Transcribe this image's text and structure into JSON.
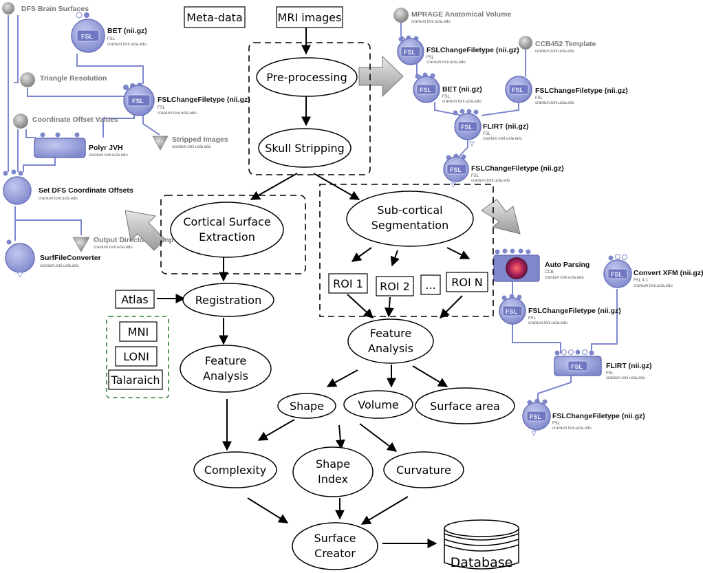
{
  "flow": {
    "metadata": "Meta-data",
    "mri_images": "MRI images",
    "preprocessing": "Pre-processing",
    "skull_stripping": "Skull Stripping",
    "cortical_line1": "Cortical Surface",
    "cortical_line2": "Extraction",
    "subcortical_line1": "Sub-cortical",
    "subcortical_line2": "Segmentation",
    "roi1": "ROI 1",
    "roi2": "ROI 2",
    "roi_ellipsis": "...",
    "roin": "ROI N",
    "atlas": "Atlas",
    "registration": "Registration",
    "mni": "MNI",
    "loni": "LONI",
    "talairach": "Talaraich",
    "feature_left_line1": "Feature",
    "feature_left_line2": "Analysis",
    "feature_right_line1": "Feature",
    "feature_right_line2": "Analysis",
    "shape": "Shape",
    "volume": "Volume",
    "surface_area": "Surface area",
    "complexity": "Complexity",
    "shape_index_line1": "Shape",
    "shape_index_line2": "Index",
    "curvature": "Curvature",
    "surface_creator_line1": "Surface",
    "surface_creator_line2": "Creator",
    "database": "Database"
  },
  "pipeline_left": {
    "dfs_brain_surfaces": "DFS Brain Surfaces",
    "bet_title": "BET (nii.gz)",
    "bet_sub1": "FSL",
    "bet_sub2": "cranium.loni.ucla.edu",
    "triangle_resolution": "Triangle Resolution",
    "fslchange_title": "FSLChangeFiletype (nii.gz)",
    "fslchange_sub1": "FSL",
    "fslchange_sub2": "cranium.loni.ucla.edu",
    "coordinate_offset": "Coordinate Offset Values",
    "stripped_images_title": "Stripped Images",
    "stripped_images_sub": "cranium.loni.ucla.edu",
    "polyr_title": "Polyr JVH",
    "polyr_sub": "cranium.loni.ucla.edu",
    "setdfs_title": "Set DFS Coordinate Offsets",
    "setdfs_sub": "cranium.loni.ucla.edu",
    "output_dump_title": "Output Directory Dump",
    "output_dump_sub": "cranium.loni.ucla.edu",
    "surffile_title": "SurfFileConverter",
    "surffile_sub": "cranium.loni.ucla.edu"
  },
  "pipeline_top_right": {
    "mprage_title": "MPRAGE Anatomical Volume",
    "mprage_sub": "cranium.loni.ucla.edu",
    "fslchange1_title": "FSLChangeFiletype (nii.gz)",
    "fslchange1_sub1": "FSL",
    "fslchange1_sub2": "cranium.loni.ucla.edu",
    "ccb_title": "CCB452 Template",
    "ccb_sub": "cranium.loni.ucla.edu",
    "bet_title": "BET (nii.gz)",
    "bet_sub1": "FSL",
    "bet_sub2": "cranium.loni.ucla.edu",
    "fslchange2_title": "FSLChangeFiletype (nii.gz)",
    "fslchange2_sub1": "FSL",
    "fslchange2_sub2": "cranium.loni.ucla.edu",
    "flirt_title": "FLIRT (nii.gz)",
    "flirt_sub1": "FSL",
    "flirt_sub2": "cranium.loni.ucla.edu",
    "fslchange3_title": "FSLChangeFiletype (nii.gz)",
    "fslchange3_sub1": "FSL",
    "fslchange3_sub2": "cranium.loni.ucla.edu"
  },
  "pipeline_bottom_right": {
    "auto_parsing_title": "Auto Parsing",
    "auto_parsing_sub1": "CCB",
    "auto_parsing_sub2": "cranium.loni.ucla.edu",
    "convert_xfm_title": "Convert XFM (nii.gz)",
    "convert_xfm_sub1": "FSL 4.1",
    "convert_xfm_sub2": "cranium.loni.ucla.edu",
    "fslchange1_title": "FSLChangeFiletype (nii.gz)",
    "fslchange1_sub1": "FSL",
    "fslchange1_sub2": "cranium.loni.ucla.edu",
    "flirt_title": "FLIRT (nii.gz)",
    "flirt_sub1": "FSL",
    "flirt_sub2": "cranium.loni.ucla.edu",
    "fslchange2_title": "FSLChangeFiletype (nii.gz)",
    "fslchange2_sub1": "FSL",
    "fslchange2_sub2": "cranium.loni.ucla.edu"
  },
  "module_badge": "FSL",
  "colors": {
    "node_blue": "#8f97d6",
    "node_stroke": "#6a73b8",
    "link_blue": "#7c86cc",
    "param_gray": "#9a9a9a",
    "arrow_gray": "#b8b8b8",
    "atlas_border": "#2e7d32"
  }
}
